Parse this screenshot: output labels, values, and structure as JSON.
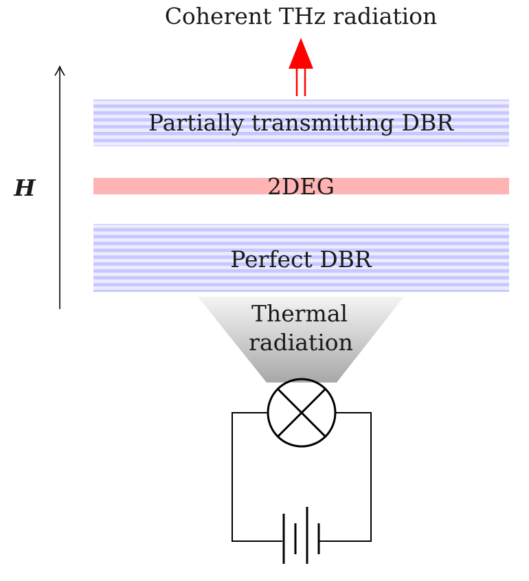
{
  "top_label": "Coherent THz radiation",
  "axis_label": "H",
  "layers": {
    "top": "Partially transmitting DBR",
    "middle": "2DEG",
    "bottom": "Perfect DBR"
  },
  "source": {
    "line1": "Thermal",
    "line2": "radiation"
  },
  "colors": {
    "dbr_stripe_a": "#c8c8ff",
    "dbr_stripe_b": "#ececff",
    "two_deg": "#ffb3b3",
    "arrow": "#ff0000",
    "funnel_top": "#f4f4f4",
    "funnel_bottom": "#a8a8a8"
  }
}
